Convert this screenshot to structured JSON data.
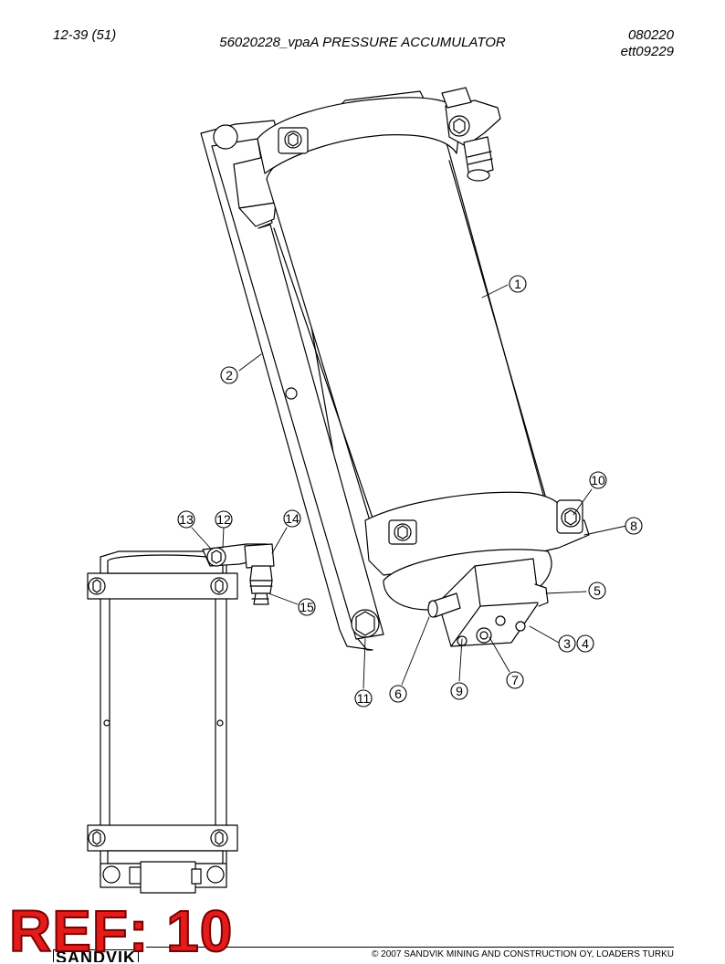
{
  "header": {
    "page_number": "12-39 (51)",
    "title": "56020228_vpaA PRESSURE ACCUMULATOR",
    "date_code": "080220",
    "drawing_code": "ett09229"
  },
  "callouts": [
    "1",
    "2",
    "3",
    "4",
    "5",
    "6",
    "7",
    "8",
    "9",
    "10",
    "11",
    "12",
    "13",
    "14",
    "15"
  ],
  "stamp": {
    "text": "REF: 10",
    "color": "#e31b1b"
  },
  "footer": {
    "copyright": "© 2007 SANDVIK MINING AND CONSTRUCTION OY, LOADERS TURKU",
    "brand": "SANDVIK"
  }
}
